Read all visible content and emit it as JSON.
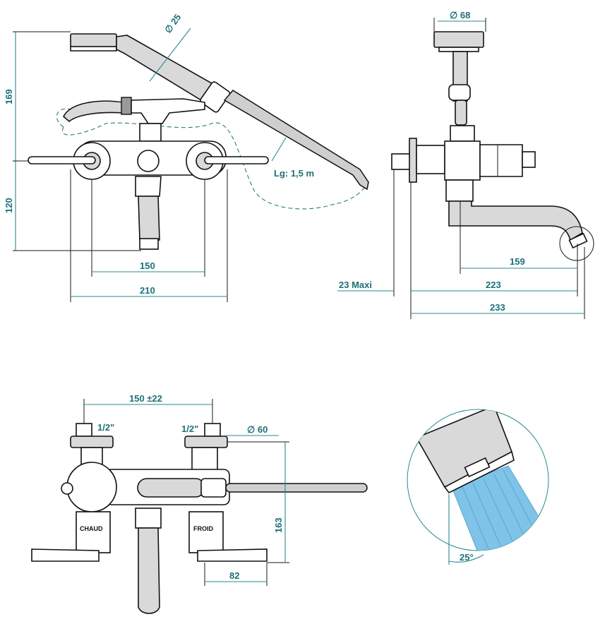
{
  "front_view": {
    "dim_height_upper": "169",
    "dim_height_lower": "120",
    "dim_handle_diameter": "∅ 25",
    "dim_hose_length": "Lg: 1,5 m",
    "dim_center": "150",
    "dim_width": "210"
  },
  "side_view": {
    "dim_shower_diameter": "∅ 68",
    "dim_spout": "159",
    "dim_wall_offset": "23 Maxi",
    "dim_depth": "223",
    "dim_total_depth": "233"
  },
  "top_view": {
    "dim_center": "150 ±22",
    "dim_inlet_left": "1/2\"",
    "dim_inlet_right": "1/2\"",
    "dim_flange_diameter": "∅ 60",
    "dim_height": "163",
    "dim_spout_offset": "82",
    "label_hot": "CHAUD",
    "label_cold": "FROID"
  },
  "detail_view": {
    "dim_angle": "25°"
  },
  "colors": {
    "dimension": "#1f6f78",
    "water_spray": "#7fc3e8"
  }
}
